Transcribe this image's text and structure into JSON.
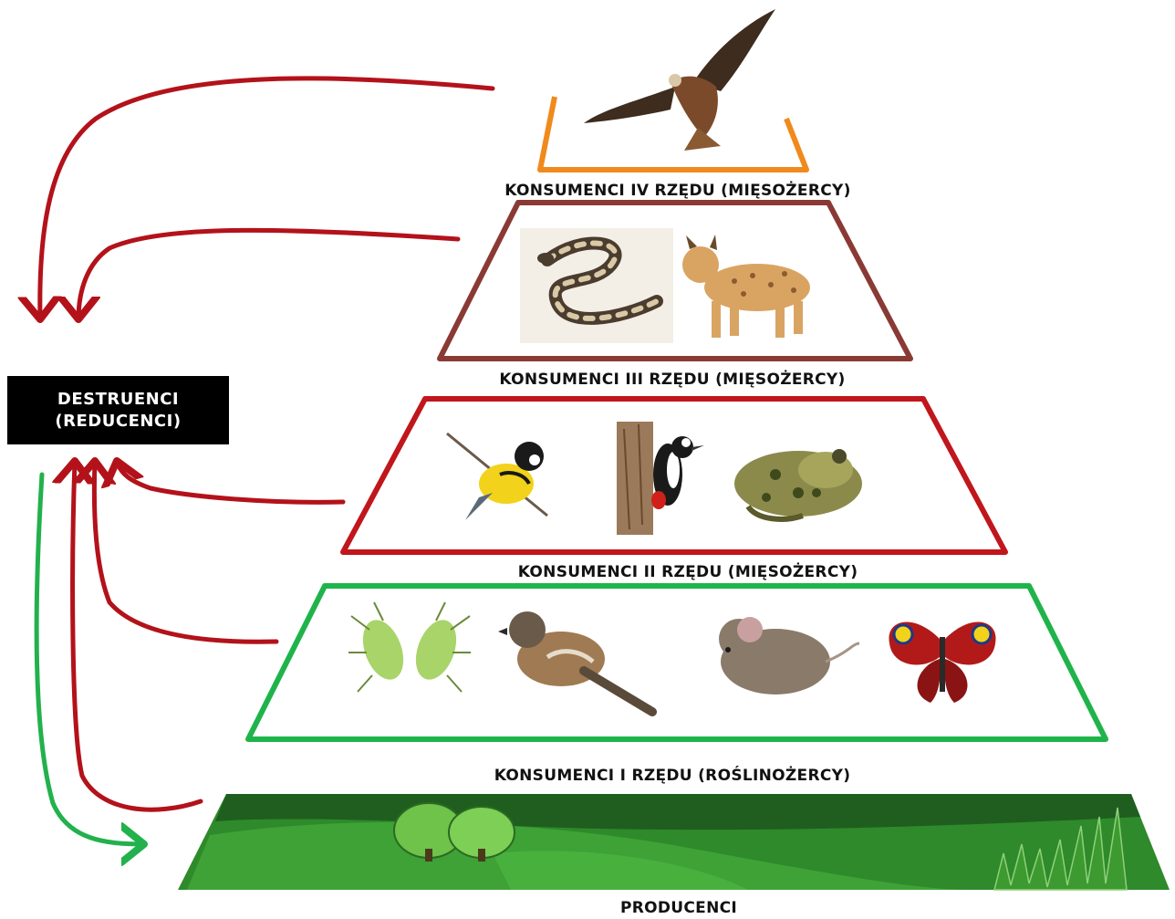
{
  "levels": {
    "l4": "KONSUMENCI IV RZĘDU (MIĘSOŻERCY)",
    "l3": "KONSUMENCI III RZĘDU (MIĘSOŻERCY)",
    "l2": "KONSUMENCI II RZĘDU (MIĘSOŻERCY)",
    "l1": "KONSUMENCI I RZĘDU (ROŚLINOŻERCY)",
    "producers": "PRODUCENCI"
  },
  "destruents": {
    "line1": "DESTRUENCI",
    "line2": "(REDUCENCI)"
  },
  "colors": {
    "level4": "#f08a1c",
    "level3": "#8a3a34",
    "level2": "#c0161c",
    "level1": "#1fb44a",
    "arrow_dead_matter": "#b3121a",
    "arrow_nutrients": "#22b14c",
    "ground": "#2e8a2a"
  },
  "icons": {
    "l4": [
      "kite-icon"
    ],
    "l3": [
      "snake-icon",
      "lynx-icon"
    ],
    "l2": [
      "great-tit-icon",
      "woodpecker-icon",
      "frog-icon"
    ],
    "l1": [
      "aphids-icon",
      "sparrow-icon",
      "mouse-icon",
      "peacock-butterfly-icon"
    ],
    "producers": [
      "bushes-icon",
      "grass-icon"
    ]
  }
}
